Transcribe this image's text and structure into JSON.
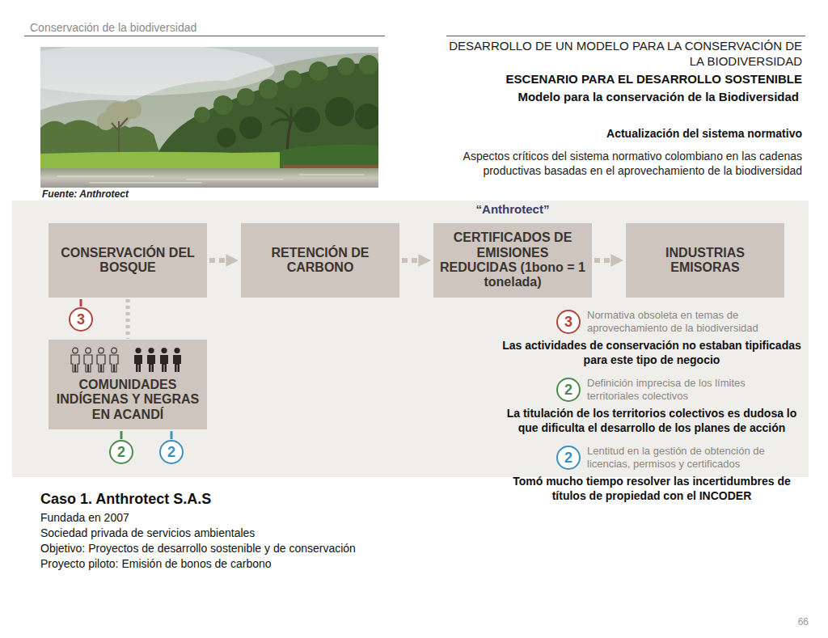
{
  "diagram": {
    "title": "DESARROLLO DE UN MODELO PARA LA CONSERVACIÓN DE LA BIODIVERSIDAD",
    "nodes": [
      {
        "text": [
          "CONSERVACIÓN DEL BOSQUE"
        ]
      },
      {
        "text": [
          "RETENCIÓN DE CARBONO"
        ]
      },
      {
        "text": [
          "“Anthrotect”",
          "CERTIFICADOS DE EMISIONES REDUCIDAS (1bono = 1 tonelada)"
        ]
      },
      {
        "text": [
          "INDUSTRIAS EMISORAS"
        ]
      },
      {
        "text": [
          "3"
        ]
      },
      {
        "text": [
          "COMUNIDADES INDÍGENAS Y NEGRAS EN ACANDÍ"
        ]
      },
      {
        "text": [
          "2"
        ]
      },
      {
        "text": [
          "2"
        ]
      },
      {
        "text": [
          "3"
        ]
      },
      {
        "text": [
          "2"
        ]
      },
      {
        "text": [
          "2"
        ]
      }
    ],
    "edges": [
      {
        "from": 0,
        "to": 1,
        "arrow": "to"
      },
      {
        "from": 1,
        "to": 2,
        "arrow": "to"
      },
      {
        "from": 2,
        "to": 3,
        "arrow": "to"
      },
      {
        "from": 0,
        "to": 4,
        "arrow": "none"
      },
      {
        "from": 0,
        "to": 5,
        "arrow": "none"
      },
      {
        "from": 5,
        "to": 6,
        "arrow": "none"
      },
      {
        "from": 5,
        "to": 7,
        "arrow": "none"
      }
    ],
    "labels": [
      "Conservación de la biodiversidad",
      "ESCENARIO PARA EL DESARROLLO SOSTENIBLE",
      "Modelo para la conservación de la Biodiversidad",
      "Actualización del sistema normativo",
      "Aspectos críticos del sistema normativo colombiano en las cadenas productivas basadas en el aprovechamiento de la biodiversidad",
      "Fuente: Anthrotect",
      "Normativa obsoleta en temas de aprovechamiento de la biodiversidad",
      "Las actividades de conservación no estaban tipificadas para este tipo de negocio",
      "Definición imprecisa de los límites territoriales colectivos",
      "La titulación de los territorios colectivos es dudosa lo que dificulta el desarrollo de los planes de acción",
      "Lentitud en la gestión de obtención de licencias, permisos y certificados",
      "Tomó mucho tiempo resolver las incertidumbres de títulos de propiedad con el INCODER",
      "Caso 1. Anthrotect S.A.S",
      "Fundada en 2007",
      "Sociedad privada de servicios ambientales",
      "Objetivo: Proyectos de desarrollo sostenible y de conservación",
      "Proyecto piloto: Emisión de bonos de carbono",
      "66"
    ]
  }
}
